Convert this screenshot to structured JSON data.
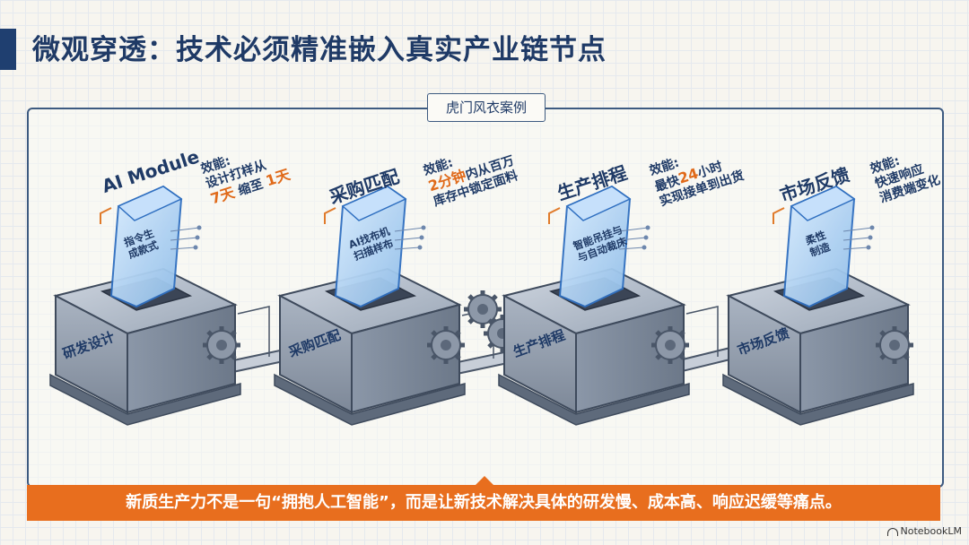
{
  "title": "微观穿透：技术必须精准嵌入真实产业链节点",
  "case_label": "虎门风衣案例",
  "colors": {
    "navy": "#1f3a66",
    "accent_orange": "#e86e1e",
    "highlight": "#e06a1a"
  },
  "steps": [
    {
      "title": "AI Module",
      "box_label": "研发设计",
      "card_lines": [
        "指令生",
        "成款式"
      ],
      "efficacy_label": "效能:",
      "efficacy_line1": "设计打样从",
      "efficacy_line2_a": "7天",
      "efficacy_line2_b": " 缩至 ",
      "efficacy_line2_c": "1天"
    },
    {
      "title": "采购匹配",
      "box_label": "采购匹配",
      "card_lines": [
        "AI找布机",
        "扫描样布"
      ],
      "efficacy_label": "效能:",
      "efficacy_line1_a": "2分钟",
      "efficacy_line1_b": "内从百万",
      "efficacy_line2": "库存中锁定面料"
    },
    {
      "title": "生产排程",
      "box_label": "生产排程",
      "card_lines": [
        "智能吊挂与",
        "与自动裁床"
      ],
      "efficacy_label": "效能:",
      "efficacy_line1_a": "最快",
      "efficacy_line1_b": "24",
      "efficacy_line1_c": "小时",
      "efficacy_line2": "实现接单到出货"
    },
    {
      "title": "市场反馈",
      "box_label": "市场反馈",
      "card_lines": [
        "柔性",
        "制造"
      ],
      "efficacy_label": "效能:",
      "efficacy_line1": "快速响应",
      "efficacy_line2": "消费端变化"
    }
  ],
  "banner": "新质生产力不是一句“拥抱人工智能”，而是让新技术解决具体的研发慢、成本高、响应迟缓等痛点。",
  "brand": "NotebookLM"
}
